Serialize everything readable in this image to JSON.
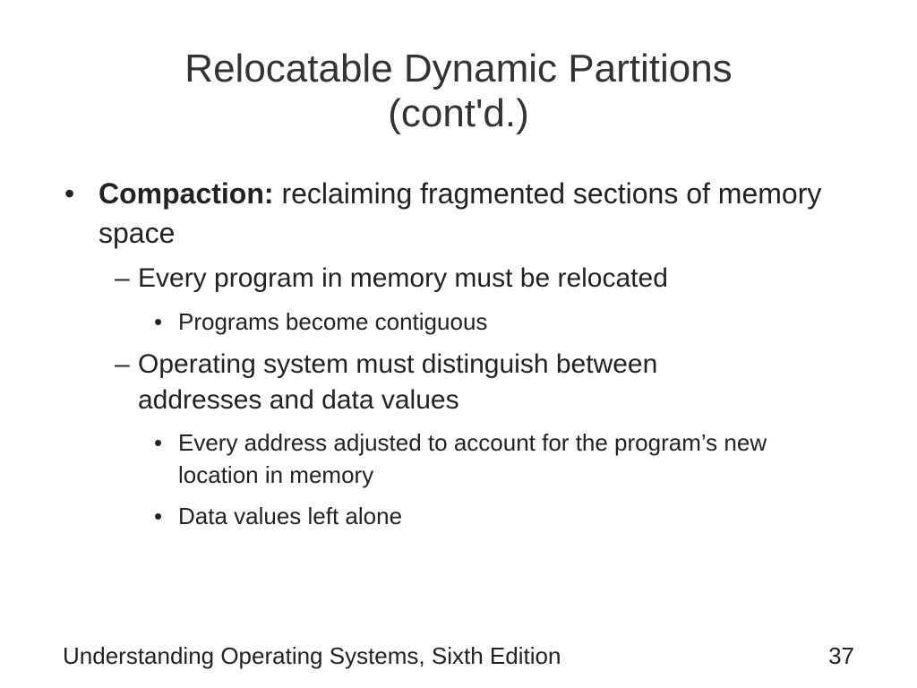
{
  "slide": {
    "title_line1": "Relocatable Dynamic Partitions",
    "title_line2": "(cont'd.)",
    "bullet_main": {
      "term": "Compaction:",
      "text": " reclaiming fragmented sections of memory space"
    },
    "sub1": {
      "text": "Every program in memory must be relocated",
      "subs": [
        "Programs become contiguous"
      ]
    },
    "sub2": {
      "text": "Operating system must distinguish between addresses and data values",
      "subs": [
        "Every address adjusted to account for the program’s new location in memory",
        "Data values left alone"
      ]
    },
    "glyphs": {
      "bullet": "•",
      "dash": "–"
    },
    "footer": "Understanding Operating Systems, Sixth Edition",
    "page_number": "37"
  }
}
